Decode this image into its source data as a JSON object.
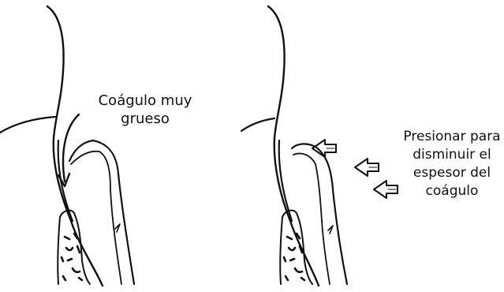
{
  "left_panel": {
    "caption_lines": [
      "Coágulo muy",
      "grueso"
    ]
  },
  "right_panel": {
    "caption_lines": [
      "Presionar para",
      "disminuir el",
      "espesor del",
      "coágulo"
    ]
  },
  "colors": {
    "ink": "#111111",
    "background": "#ffffff"
  },
  "icons": [
    "curved-arrow-icon",
    "hollow-arrow-icon"
  ]
}
